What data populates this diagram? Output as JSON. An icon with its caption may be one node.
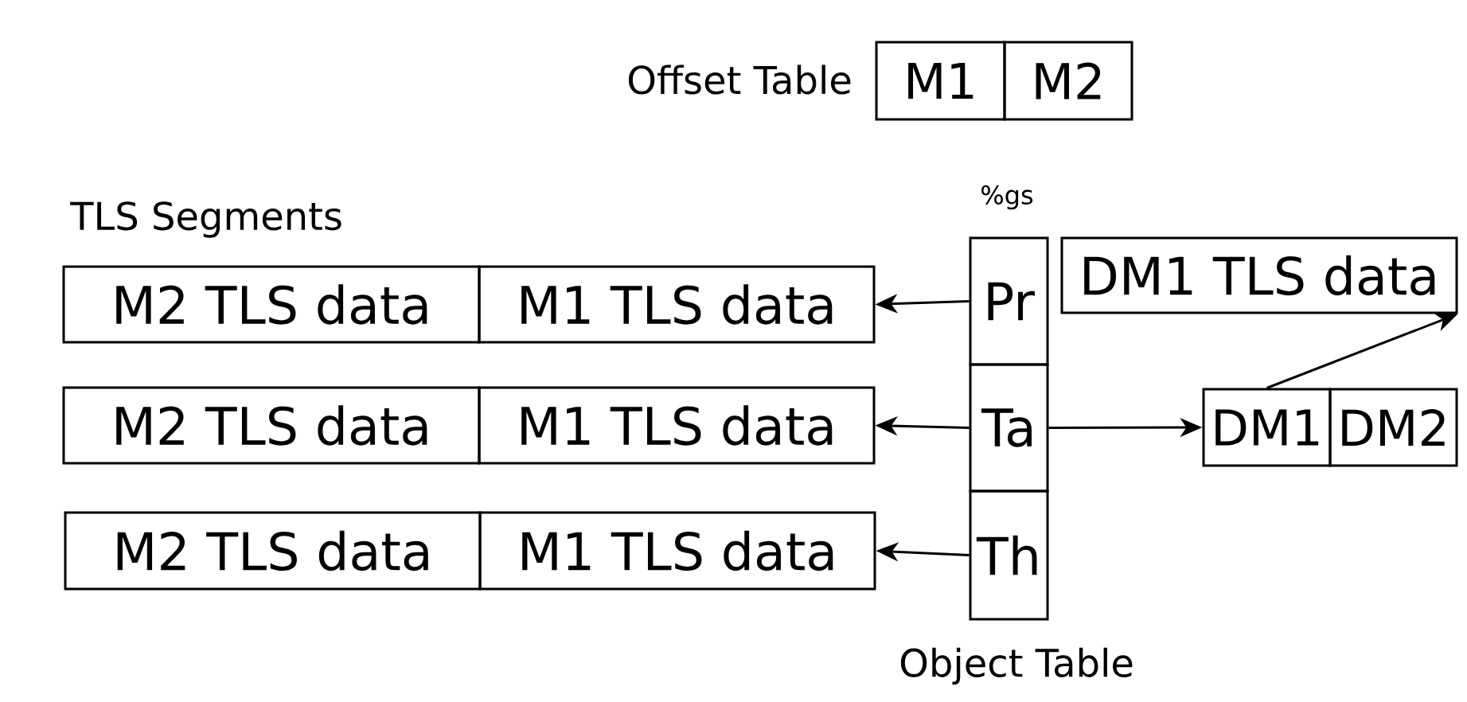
{
  "diagram": {
    "nodes": [
      {
        "text": [
          "M1"
        ]
      },
      {
        "text": [
          "M2"
        ]
      },
      {
        "text": [
          "M2 TLS data"
        ]
      },
      {
        "text": [
          "M1 TLS data"
        ]
      },
      {
        "text": [
          "M2 TLS data"
        ]
      },
      {
        "text": [
          "M1 TLS data"
        ]
      },
      {
        "text": [
          "M2 TLS data"
        ]
      },
      {
        "text": [
          "M1 TLS data"
        ]
      },
      {
        "text": [
          "Pr"
        ]
      },
      {
        "text": [
          "Ta"
        ]
      },
      {
        "text": [
          "Th"
        ]
      },
      {
        "text": [
          "DM1 TLS data"
        ]
      },
      {
        "text": [
          "DM1"
        ]
      },
      {
        "text": [
          "DM2"
        ]
      }
    ],
    "edges": [
      {
        "from": 8,
        "to": 3,
        "arrow": "to"
      },
      {
        "from": 9,
        "to": 5,
        "arrow": "to"
      },
      {
        "from": 10,
        "to": 7,
        "arrow": "to"
      },
      {
        "from": 9,
        "to": 12,
        "arrow": "to"
      },
      {
        "from": 12,
        "to": 11,
        "arrow": "to"
      }
    ],
    "labels": [
      "Offset Table",
      "%gs",
      "TLS Segments",
      "Object Table"
    ]
  }
}
